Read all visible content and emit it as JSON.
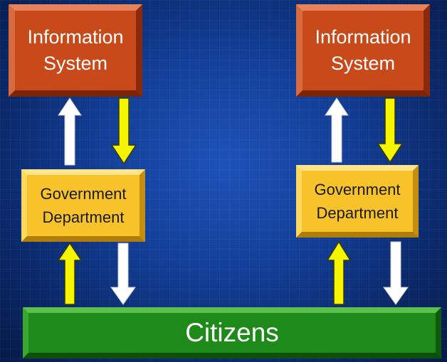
{
  "left": {
    "info_system": {
      "line1": "Information",
      "line2": "System"
    },
    "government": {
      "line1": "Government",
      "line2": "Department"
    }
  },
  "right": {
    "info_system": {
      "line1": "Information",
      "line2": "System"
    },
    "government": {
      "line1": "Government",
      "line2": "Department"
    }
  },
  "citizens": {
    "label": "Citizens"
  },
  "colors": {
    "info": "#c84a1a",
    "government": "#f8c32a",
    "citizens": "#1e8a1a",
    "arrow_white": "#ffffff",
    "arrow_yellow": "#f5f500"
  }
}
